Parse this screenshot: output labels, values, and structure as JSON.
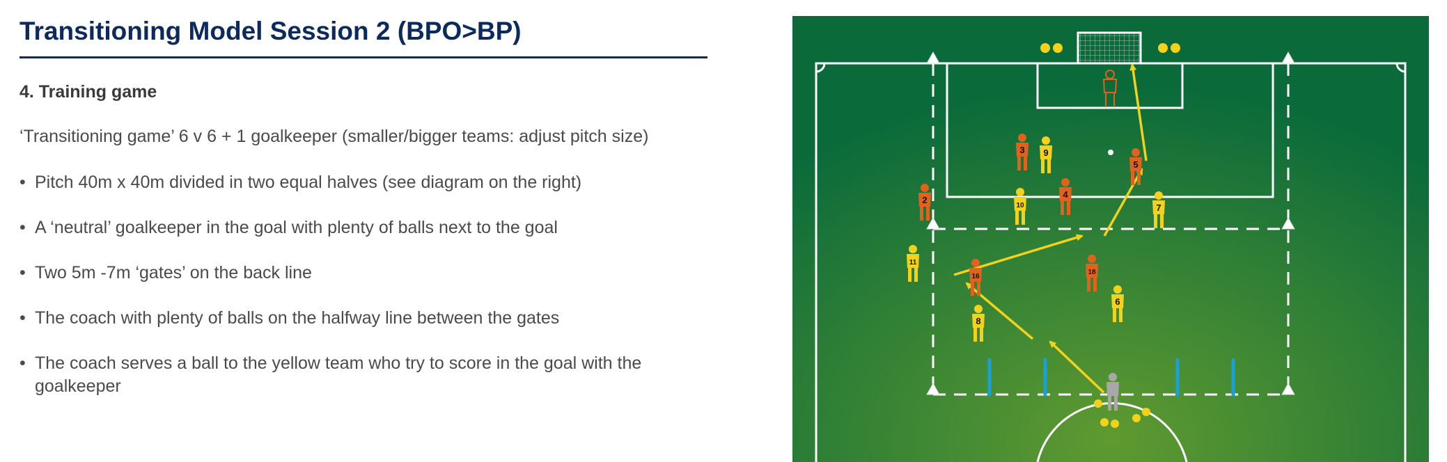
{
  "header": {
    "title": "Transitioning Model Session 2 (BPO>BP)"
  },
  "content": {
    "subtitle": "4. Training game",
    "intro": "‘Transitioning game’ 6 v 6 + 1 goalkeeper (smaller/bigger teams: adjust pitch size)",
    "bullet_glyph": "•",
    "bullets": [
      "Pitch 40m x 40m divided in two equal halves (see diagram on the right)",
      "A ‘neutral’ goalkeeper in the goal with plenty of balls next to the goal",
      "Two 5m -7m ‘gates’ on the back line",
      "The coach with plenty of balls on the halfway line between the gates",
      "The coach serves a ball to the yellow team who try to score in the goal with the goalkeeper"
    ]
  },
  "diagram": {
    "colors": {
      "pitch_dark": "#0a6a3a",
      "pitch_light": "#5f9a30",
      "yellow_team": "#f2d21a",
      "orange_team": "#e0621c",
      "gate_pole": "#1aa0d8",
      "coach": "#a8a8a8"
    },
    "yellow_players": [
      "9",
      "10",
      "7",
      "11",
      "8",
      "6"
    ],
    "orange_players": [
      "3",
      "5",
      "2",
      "4",
      "16",
      "18"
    ]
  }
}
